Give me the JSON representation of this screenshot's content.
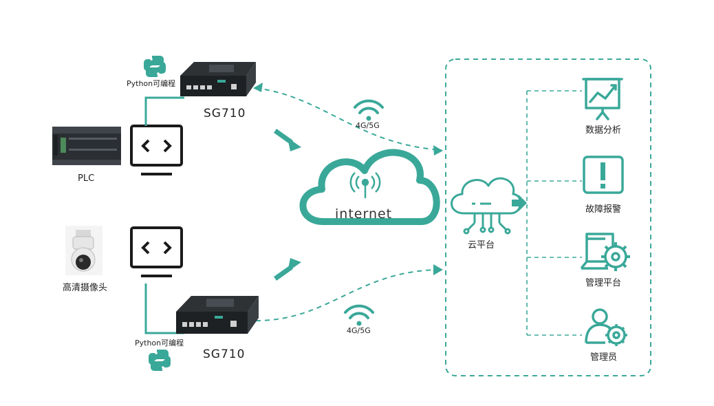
{
  "colors": {
    "accent": "#3aa899",
    "dark": "#1a1a1a"
  },
  "devices": {
    "plc_label": "PLC",
    "camera_label": "高清摄像头",
    "gateway_top_label": "SG710",
    "gateway_bottom_label": "SG710",
    "python_top_label": "Python可编程",
    "python_bottom_label": "Python可编程"
  },
  "network": {
    "wireless_top_label": "4G/5G",
    "wireless_bottom_label": "4G/5G",
    "internet_label": "internet"
  },
  "cloud": {
    "platform_label": "云平台",
    "services": [
      {
        "label": "数据分析",
        "icon": "chart-board-icon"
      },
      {
        "label": "故障报警",
        "icon": "alert-icon"
      },
      {
        "label": "管理平台",
        "icon": "laptop-gear-icon"
      },
      {
        "label": "管理员",
        "icon": "user-gear-icon"
      }
    ]
  }
}
